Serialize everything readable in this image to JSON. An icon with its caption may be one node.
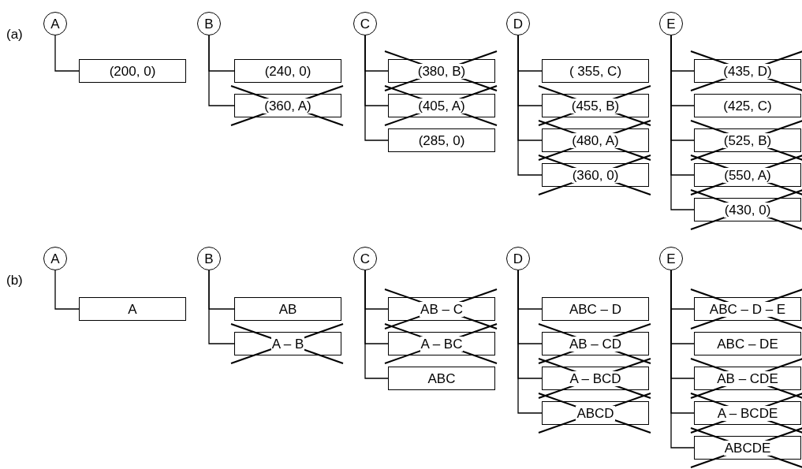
{
  "diagram": {
    "nodes": [
      {
        "text": [
          "A"
        ]
      },
      {
        "text": [
          "(200, 0)"
        ]
      },
      {
        "text": [
          "B"
        ]
      },
      {
        "text": [
          "(240, 0)"
        ]
      },
      {
        "text": [
          "(360, A)"
        ]
      },
      {
        "text": [
          "C"
        ]
      },
      {
        "text": [
          "(380, B)"
        ]
      },
      {
        "text": [
          "(405, A)"
        ]
      },
      {
        "text": [
          "(285, 0)"
        ]
      },
      {
        "text": [
          "D"
        ]
      },
      {
        "text": [
          "( 355, C)"
        ]
      },
      {
        "text": [
          "(455, B)"
        ]
      },
      {
        "text": [
          "(480, A)"
        ]
      },
      {
        "text": [
          "(360, 0)"
        ]
      },
      {
        "text": [
          "E"
        ]
      },
      {
        "text": [
          "(435, D)"
        ]
      },
      {
        "text": [
          "(425, C)"
        ]
      },
      {
        "text": [
          "(525, B)"
        ]
      },
      {
        "text": [
          "(550, A)"
        ]
      },
      {
        "text": [
          "(430, 0)"
        ]
      },
      {
        "text": [
          "A"
        ]
      },
      {
        "text": [
          "A"
        ]
      },
      {
        "text": [
          "B"
        ]
      },
      {
        "text": [
          "AB"
        ]
      },
      {
        "text": [
          "A – B"
        ]
      },
      {
        "text": [
          "C"
        ]
      },
      {
        "text": [
          "AB – C"
        ]
      },
      {
        "text": [
          "A – BC"
        ]
      },
      {
        "text": [
          "ABC"
        ]
      },
      {
        "text": [
          "D"
        ]
      },
      {
        "text": [
          "ABC – D"
        ]
      },
      {
        "text": [
          "AB – CD"
        ]
      },
      {
        "text": [
          "A – BCD"
        ]
      },
      {
        "text": [
          "ABCD"
        ]
      },
      {
        "text": [
          "E"
        ]
      },
      {
        "text": [
          "ABC – D – E"
        ]
      },
      {
        "text": [
          "ABC – DE"
        ]
      },
      {
        "text": [
          "AB – CDE"
        ]
      },
      {
        "text": [
          "A – BCDE"
        ]
      },
      {
        "text": [
          "ABCDE"
        ]
      }
    ],
    "edges": [
      {
        "from": 0,
        "to": 1,
        "arrow": "none"
      },
      {
        "from": 2,
        "to": 3,
        "arrow": "none"
      },
      {
        "from": 2,
        "to": 4,
        "arrow": "none"
      },
      {
        "from": 5,
        "to": 6,
        "arrow": "none"
      },
      {
        "from": 5,
        "to": 7,
        "arrow": "none"
      },
      {
        "from": 5,
        "to": 8,
        "arrow": "none"
      },
      {
        "from": 9,
        "to": 10,
        "arrow": "none"
      },
      {
        "from": 9,
        "to": 11,
        "arrow": "none"
      },
      {
        "from": 9,
        "to": 12,
        "arrow": "none"
      },
      {
        "from": 9,
        "to": 13,
        "arrow": "none"
      },
      {
        "from": 14,
        "to": 15,
        "arrow": "none"
      },
      {
        "from": 14,
        "to": 16,
        "arrow": "none"
      },
      {
        "from": 14,
        "to": 17,
        "arrow": "none"
      },
      {
        "from": 14,
        "to": 18,
        "arrow": "none"
      },
      {
        "from": 14,
        "to": 19,
        "arrow": "none"
      },
      {
        "from": 20,
        "to": 21,
        "arrow": "none"
      },
      {
        "from": 22,
        "to": 23,
        "arrow": "none"
      },
      {
        "from": 22,
        "to": 24,
        "arrow": "none"
      },
      {
        "from": 25,
        "to": 26,
        "arrow": "none"
      },
      {
        "from": 25,
        "to": 27,
        "arrow": "none"
      },
      {
        "from": 25,
        "to": 28,
        "arrow": "none"
      },
      {
        "from": 29,
        "to": 30,
        "arrow": "none"
      },
      {
        "from": 29,
        "to": 31,
        "arrow": "none"
      },
      {
        "from": 29,
        "to": 32,
        "arrow": "none"
      },
      {
        "from": 29,
        "to": 33,
        "arrow": "none"
      },
      {
        "from": 34,
        "to": 35,
        "arrow": "none"
      },
      {
        "from": 34,
        "to": 36,
        "arrow": "none"
      },
      {
        "from": 34,
        "to": 37,
        "arrow": "none"
      },
      {
        "from": 34,
        "to": 38,
        "arrow": "none"
      },
      {
        "from": 34,
        "to": 39,
        "arrow": "none"
      }
    ],
    "labels": [
      "(a)",
      "(b)"
    ]
  }
}
